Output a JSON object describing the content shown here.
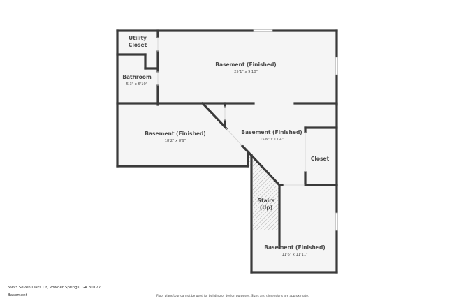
{
  "colors": {
    "wall": "#3a3a3a",
    "floor": "#f5f5f5",
    "background": "#ffffff",
    "text": "#4a4a4a",
    "stair_hatch": "#9a9a9a"
  },
  "rooms": [
    {
      "id": "utility-closet",
      "name_lines": [
        "Utility",
        "Closet"
      ],
      "dimensions": ""
    },
    {
      "id": "bathroom",
      "name_lines": [
        "Bathroom"
      ],
      "dimensions": "5'3\" x 6'10\""
    },
    {
      "id": "basement-top",
      "name_lines": [
        "Basement (Finished)"
      ],
      "dimensions": "25'1\" x 9'10\""
    },
    {
      "id": "basement-left",
      "name_lines": [
        "Basement (Finished)"
      ],
      "dimensions": "18'2\" x 8'9\""
    },
    {
      "id": "basement-center",
      "name_lines": [
        "Basement (Finished)"
      ],
      "dimensions": "15'6\" x 11'4\""
    },
    {
      "id": "closet",
      "name_lines": [
        "Closet"
      ],
      "dimensions": ""
    },
    {
      "id": "stairs",
      "name_lines": [
        "Stairs",
        "(Up)"
      ],
      "dimensions": ""
    },
    {
      "id": "basement-bottom",
      "name_lines": [
        "Basement (Finished)"
      ],
      "dimensions": "11'6\" x 11'11\""
    }
  ],
  "footer": {
    "address": "5963 Seven Oaks Dr, Powder Springs, GA 30127",
    "level": "Basement",
    "disclaimer": "Floor plans/tour cannot be used for building or design purposes. Sizes and dimensions are approximate."
  }
}
